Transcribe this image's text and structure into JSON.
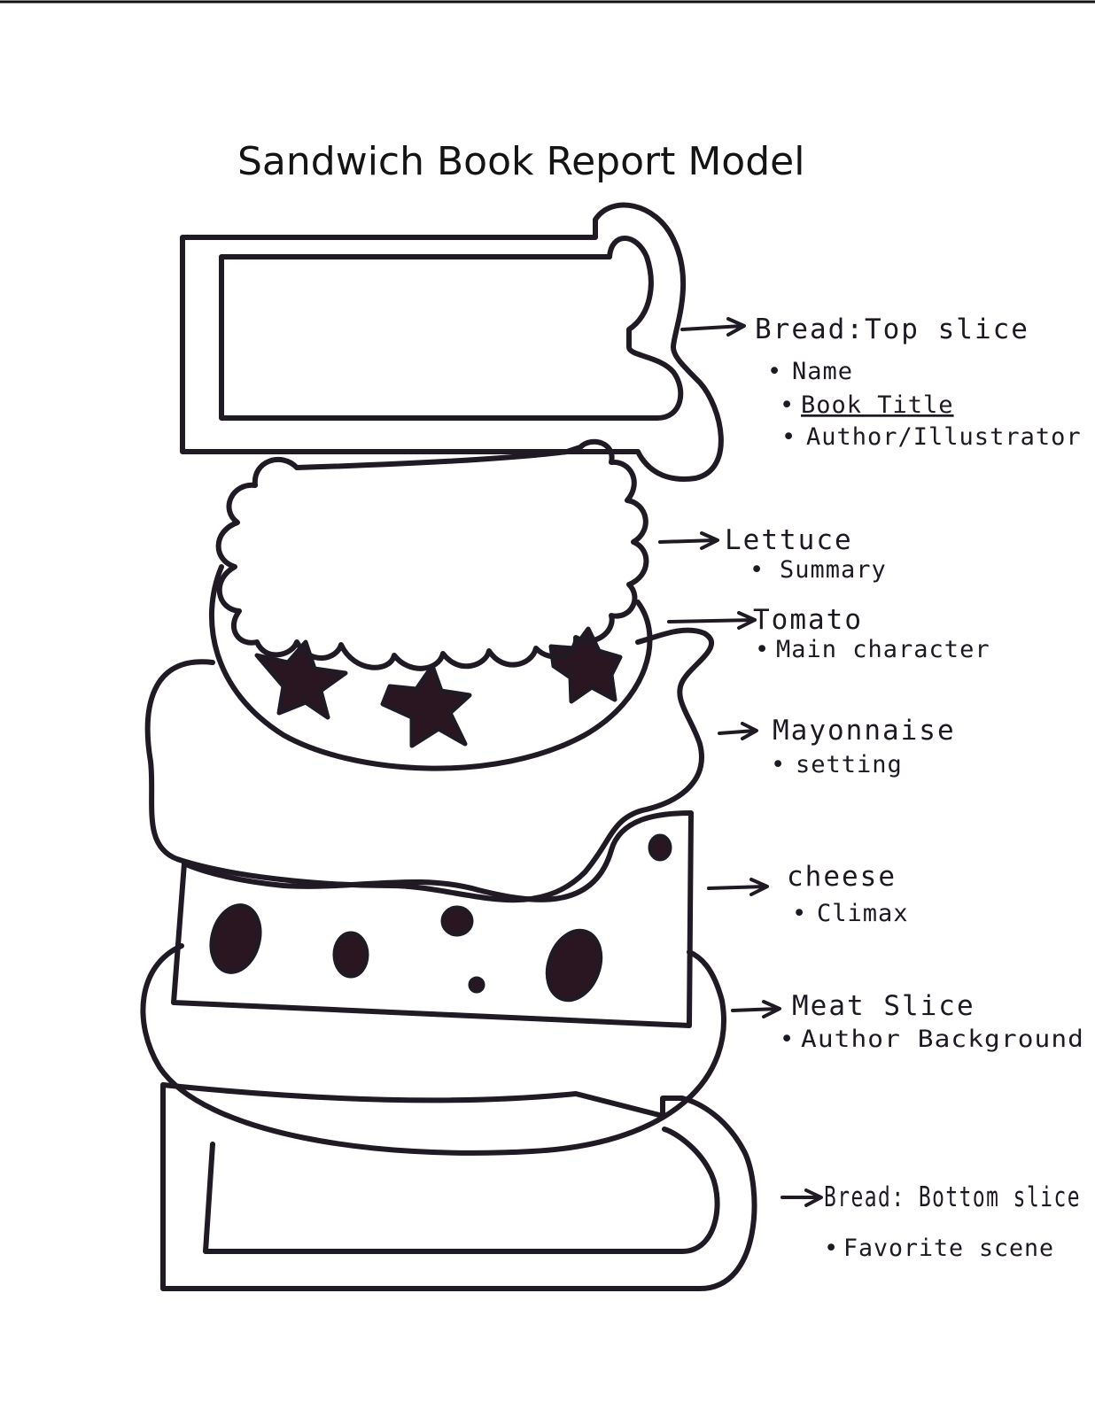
{
  "title": "Sandwich Book Report Model",
  "layers": [
    {
      "name": "Bread:Top slice",
      "items": [
        "Name",
        "Book Title",
        "Author/Illustrator"
      ]
    },
    {
      "name": "Lettuce",
      "items": [
        "Summary"
      ]
    },
    {
      "name": "Tomato",
      "items": [
        "Main character"
      ]
    },
    {
      "name": "Mayonnaise",
      "items": [
        "setting"
      ]
    },
    {
      "name": "cheese",
      "items": [
        "Climax"
      ]
    },
    {
      "name": "Meat Slice",
      "items": [
        "Author Background"
      ]
    },
    {
      "name": "Bread: Bottom slice",
      "items": [
        "Favorite scene"
      ]
    }
  ],
  "colors": {
    "ink": "#1f1a24",
    "paper": "#ffffff"
  }
}
